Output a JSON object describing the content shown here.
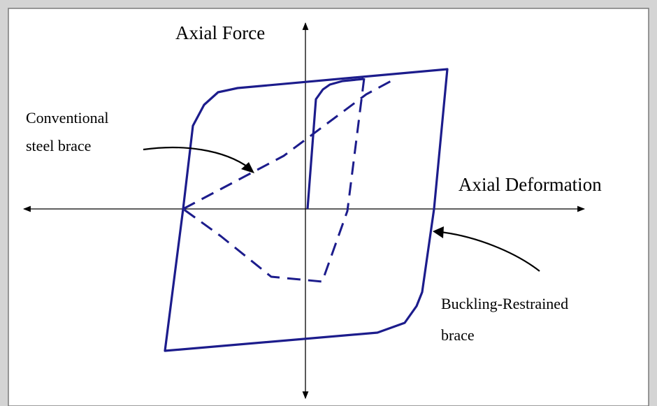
{
  "labels": {
    "y_axis": "Axial Force",
    "x_axis": "Axial Deformation",
    "conventional_line1": "Conventional",
    "conventional_line2": "steel brace",
    "brb_line1": "Buckling-Restrained",
    "brb_line2": "brace"
  },
  "colors": {
    "curve": "#1c1c8c",
    "axes": "#000000",
    "canvas": "#ffffff",
    "frame": "#d4d4d4"
  },
  "chart_data": {
    "type": "diagram",
    "series": [
      {
        "name": "Conventional steel brace",
        "style": "dashed"
      },
      {
        "name": "Buckling-Restrained brace",
        "style": "solid"
      }
    ]
  }
}
